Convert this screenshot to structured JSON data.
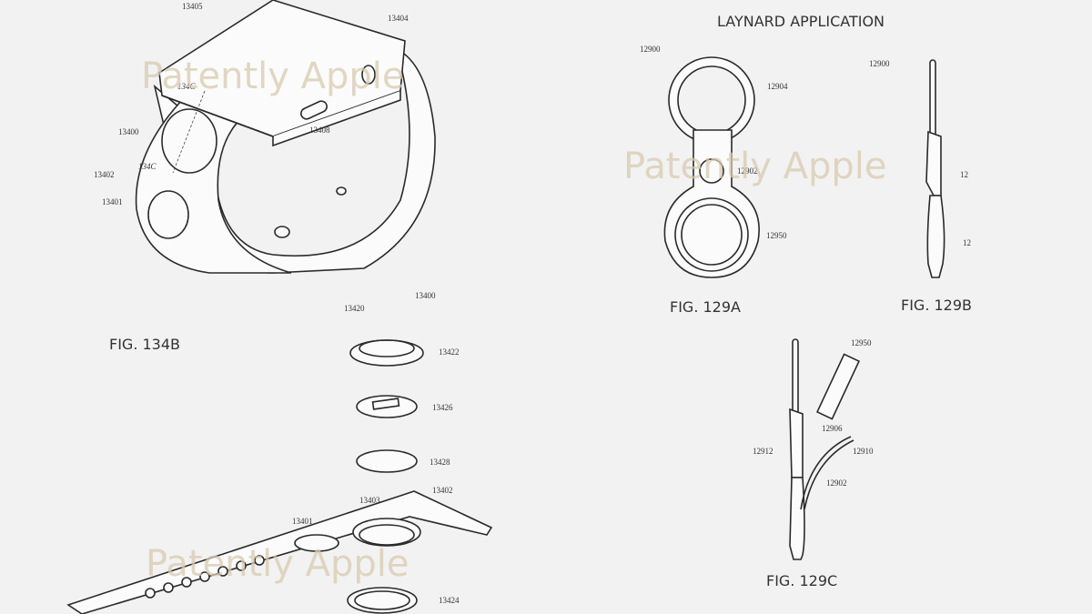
{
  "title": "LAYNARD APPLICATION",
  "watermark": "Patently Apple",
  "figures": {
    "fig134b": {
      "caption": "FIG. 134B",
      "refs": [
        "13405",
        "13404",
        "134C",
        "134C",
        "13400",
        "13402",
        "13401",
        "13408"
      ]
    },
    "fig134c": {
      "refs": [
        "13420",
        "13400",
        "13422",
        "13426",
        "13428",
        "13403",
        "13402",
        "13401",
        "13424"
      ]
    },
    "fig129a": {
      "caption": "FIG. 129A",
      "refs": [
        "12900",
        "12904",
        "12902",
        "12950"
      ]
    },
    "fig129b": {
      "caption": "FIG. 129B",
      "refs": [
        "12900",
        "12",
        "12"
      ]
    },
    "fig129c": {
      "caption": "FIG. 129C",
      "refs": [
        "12950",
        "12906",
        "12912",
        "12910",
        "12902"
      ]
    }
  },
  "colors": {
    "background": "#f2f2f2",
    "line": "#2a2a2a",
    "watermark": "#d8cbb0"
  }
}
